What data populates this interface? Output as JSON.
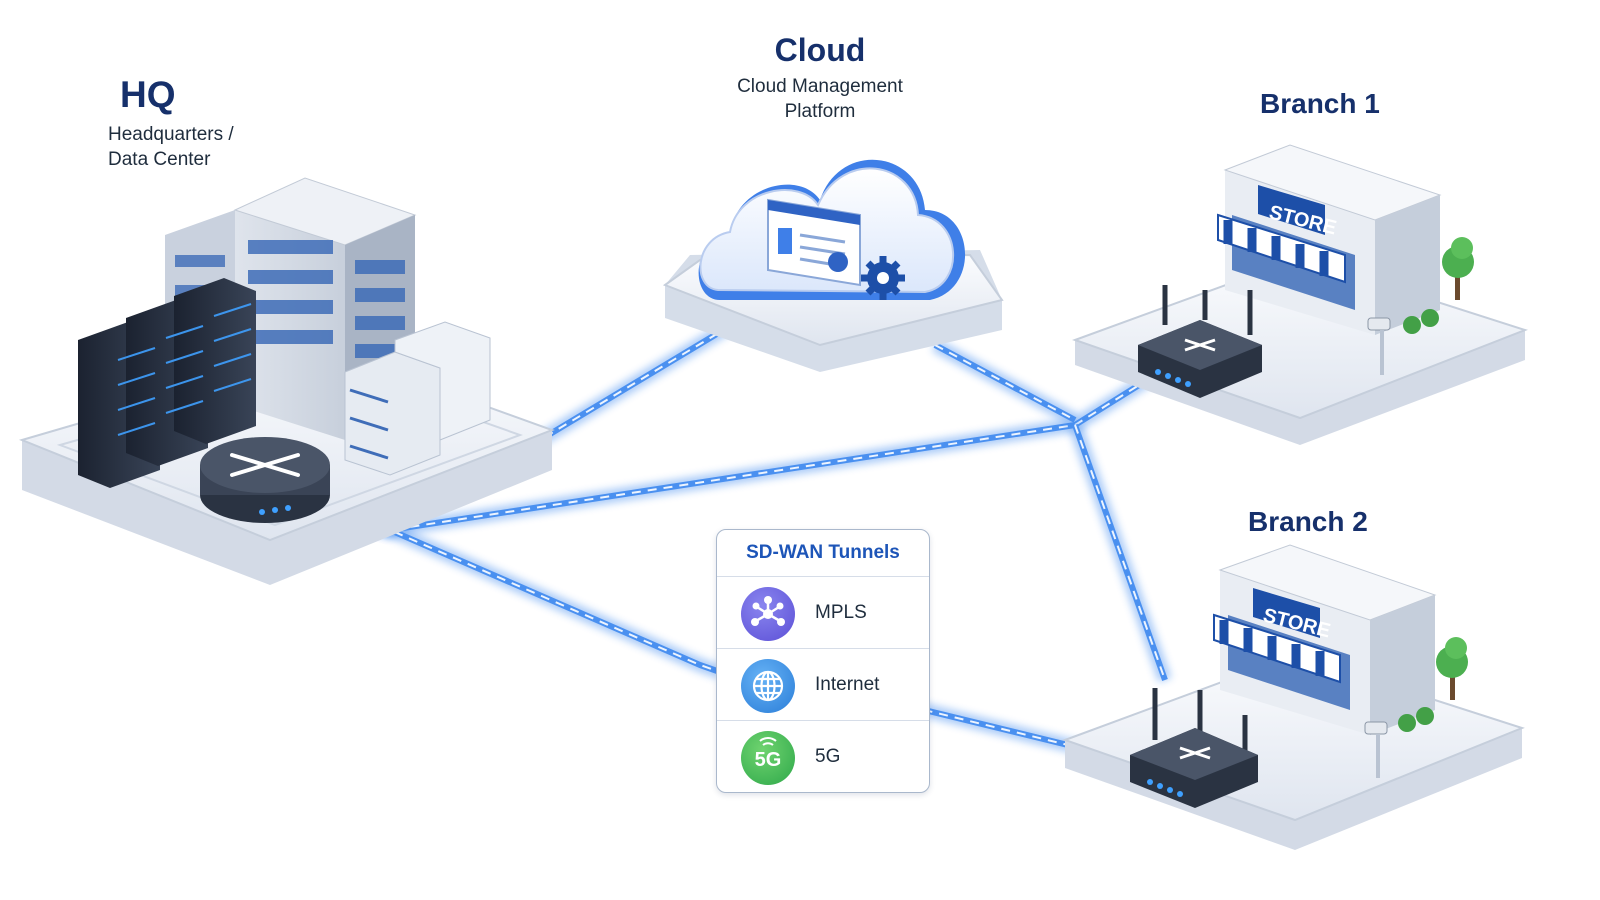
{
  "hq": {
    "title": "HQ",
    "subtitle_line1": "Headquarters /",
    "subtitle_line2": "Data Center"
  },
  "cloud": {
    "title": "Cloud",
    "subtitle_line1": "Cloud Management",
    "subtitle_line2": "Platform"
  },
  "branch1": {
    "title": "Branch 1",
    "sign": "STORE"
  },
  "branch2": {
    "title": "Branch 2",
    "sign": "STORE"
  },
  "legend": {
    "title": "SD-WAN Tunnels",
    "items": [
      {
        "label": "MPLS",
        "icon": "mpls-network-icon"
      },
      {
        "label": "Internet",
        "icon": "globe-icon"
      },
      {
        "label": "5G",
        "icon": "5g-signal-icon",
        "badge": "5G"
      }
    ]
  },
  "colors": {
    "tunnel": "#4a90f0",
    "title": "#16306b",
    "accent": "#1d55b8"
  }
}
